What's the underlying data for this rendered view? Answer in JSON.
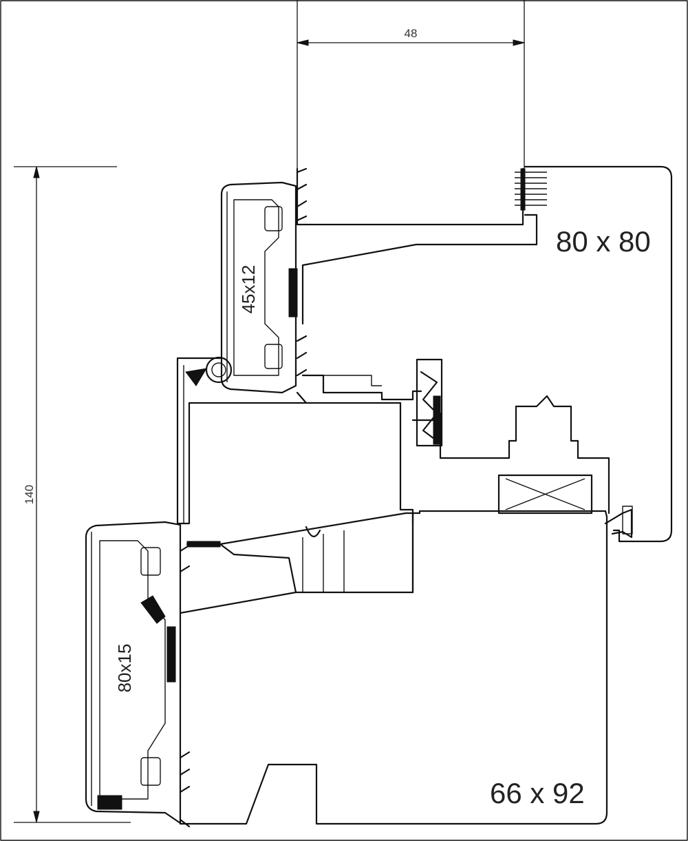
{
  "drawing": {
    "dimension_width": "48",
    "dimension_height": "140",
    "upper_frame_section": "80 x 80",
    "lower_frame_section": "66 x 92",
    "upper_glazing_bead": "45x12",
    "lower_glazing_bead": "80x15"
  },
  "colors": {
    "line": "#111111",
    "background": "#ffffff"
  }
}
